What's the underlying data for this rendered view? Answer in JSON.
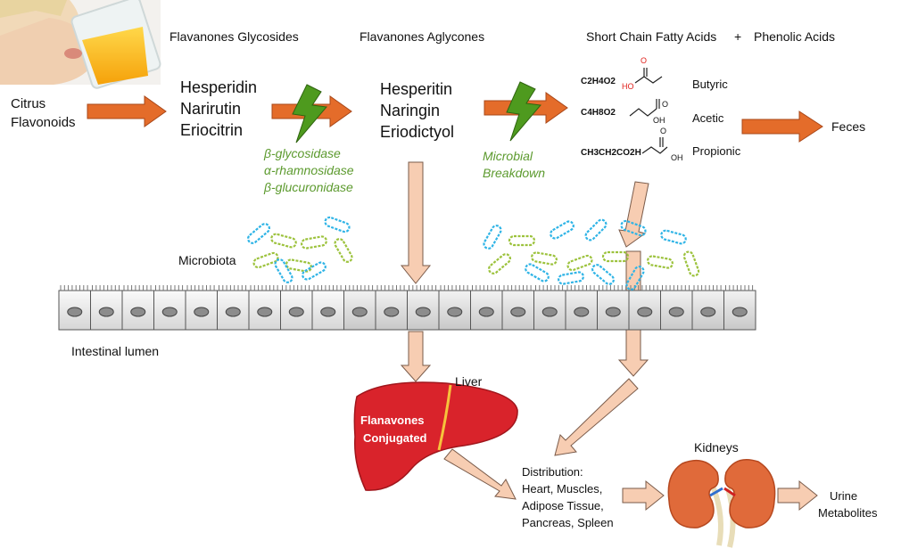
{
  "headers": {
    "glycosides": "Flavanones Glycosides",
    "aglycones": "Flavanones Aglycones",
    "scfa": "Short Chain Fatty Acids",
    "plus": "+",
    "phenolic": "Phenolic Acids"
  },
  "source": {
    "line1": "Citrus",
    "line2": "Flavonoids"
  },
  "glycosides": [
    "Hesperidin",
    "Narirutin",
    "Eriocitrin"
  ],
  "aglycones": [
    "Hesperitin",
    "Naringin",
    "Eriodictyol"
  ],
  "enzymes": [
    "β-glycosidase",
    "α-rhamnosidase",
    "β-glucuronidase"
  ],
  "microbial": {
    "line1": "Microbial",
    "line2": "Breakdown"
  },
  "acids": {
    "formulas": [
      "C2H4O2",
      "C4H8O2",
      "CH3CH2CO2H"
    ],
    "names": [
      "Butyric",
      "Acetic",
      "Propionic"
    ],
    "atoms": {
      "o": "O",
      "ho": "HO",
      "oh": "OH"
    }
  },
  "feces": "Feces",
  "microbiota": "Microbiota",
  "lumen": "Intestinal lumen",
  "liver": {
    "label": "Liver",
    "text1": "Flanavones",
    "text2": "Conjugated"
  },
  "distribution": [
    "Distribution:",
    "Heart, Muscles,",
    "Adipose Tissue,",
    "Pancreas, Spleen"
  ],
  "kidneys": "Kidneys",
  "urine": {
    "line1": "Urine",
    "line2": "Metabolites"
  },
  "colors": {
    "orange_arrow": "#e46c2a",
    "salmon_arrow": "#f7cdb2",
    "enzyme_green": "#5c9a2e",
    "bolt_green": "#4e9a1e",
    "liver_red": "#d9232b",
    "kidney": "#e06a3a",
    "bacteria_blue": "#2fb4e6",
    "bacteria_green": "#9cc23c",
    "carbon_red": "#e0201b"
  }
}
